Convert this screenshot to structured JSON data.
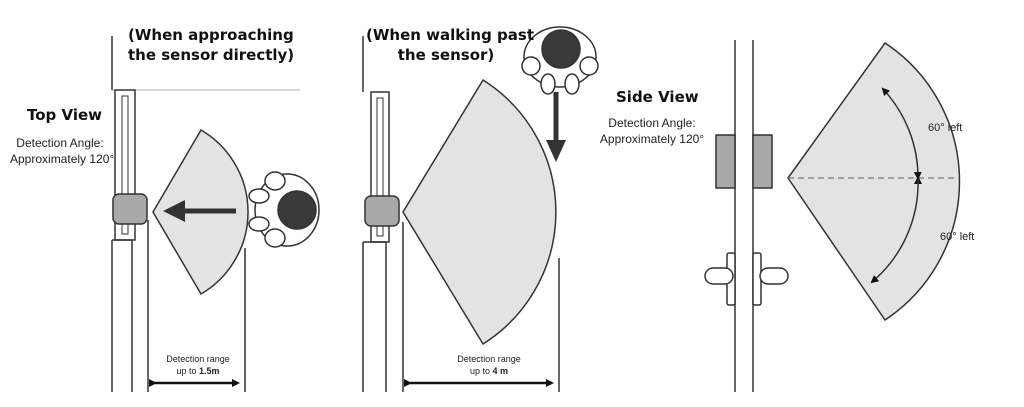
{
  "top_view": {
    "title": "Top View",
    "angle_label_line1": "Detection Angle:",
    "angle_label_line2": "Approximately 120°"
  },
  "approach": {
    "heading_line1": "(When approaching",
    "heading_line2": "the sensor directly)",
    "range_line1": "Detection range",
    "range_prefix": "up to ",
    "range_value": "1.5m"
  },
  "walk_past": {
    "heading_line1": "(When walking past",
    "heading_line2": "the sensor)",
    "range_line1": "Detection range",
    "range_prefix": "up to ",
    "range_value": "4 m"
  },
  "side_view": {
    "title": "Side View",
    "angle_label_line1": "Detection Angle:",
    "angle_label_line2": "Approximately 120°",
    "upper_angle": "60° left",
    "lower_angle": "60° left"
  },
  "colors": {
    "zone_fill": "#e3e3e3",
    "sensor_fill": "#a9a9a9",
    "line": "#333333",
    "person_head": "#3a3a3a"
  }
}
